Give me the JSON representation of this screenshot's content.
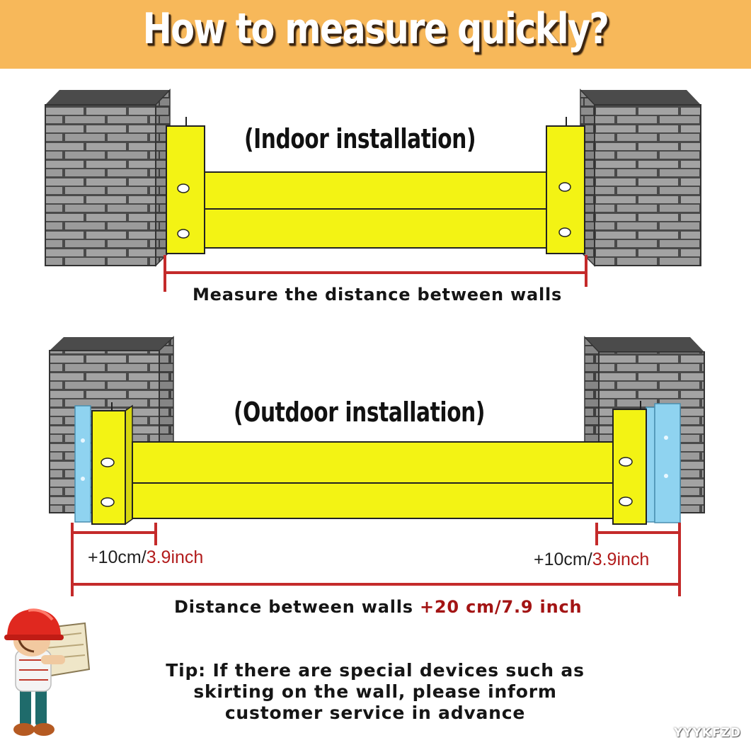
{
  "banner": {
    "title": "How to measure quickly?"
  },
  "indoor": {
    "title": "(Indoor installation)",
    "caption": "Measure the distance between walls"
  },
  "outdoor": {
    "title": "(Outdoor installation)",
    "left_offset_prefix": "+10cm/",
    "left_offset_inch": "3.9inch",
    "right_offset_prefix": "+10cm/",
    "right_offset_inch": "3.9inch",
    "caption_prefix": "Distance between walls ",
    "caption_extra": "+20 cm/7.9 inch"
  },
  "tip": {
    "line1": "Tip: If there are special devices such as",
    "line2": "skirting on the wall, please inform",
    "line3": "customer service in advance"
  },
  "watermark": "YYYKFZD",
  "colors": {
    "banner": "#f7b85a",
    "barrier_yellow": "#f3f314",
    "brick_gray": "#9a9a9a",
    "seal_blue": "#8fd3f0",
    "measure_red": "#c42a2a"
  }
}
